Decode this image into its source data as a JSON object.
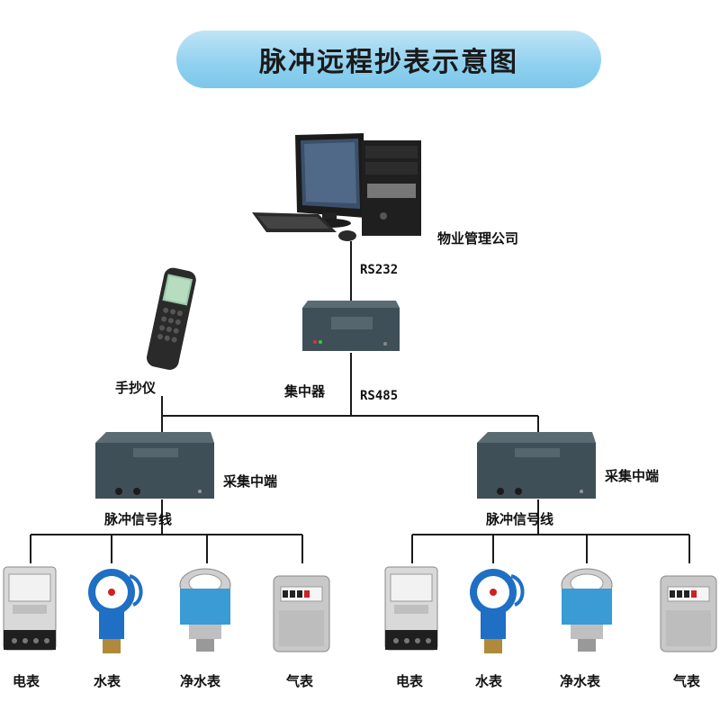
{
  "title": "脉冲远程抄表示意图",
  "nodes": {
    "company": "物业管理公司",
    "concentrator": "集中器",
    "handheld": "手抄仪",
    "collector_left": "采集中端",
    "collector_right": "采集中端"
  },
  "links": {
    "rs232": "RS232",
    "rs485": "RS485",
    "pulse_left": "脉冲信号线",
    "pulse_right": "脉冲信号线"
  },
  "meters_left": [
    "电表",
    "水表",
    "净水表",
    "气表"
  ],
  "meters_right": [
    "电表",
    "水表",
    "净水表",
    "气表"
  ],
  "colors": {
    "title_bg": "#8fd0ef",
    "line": "#1a1a1a",
    "box": "#3a4a52",
    "water_meter": "#1f6fc4"
  }
}
